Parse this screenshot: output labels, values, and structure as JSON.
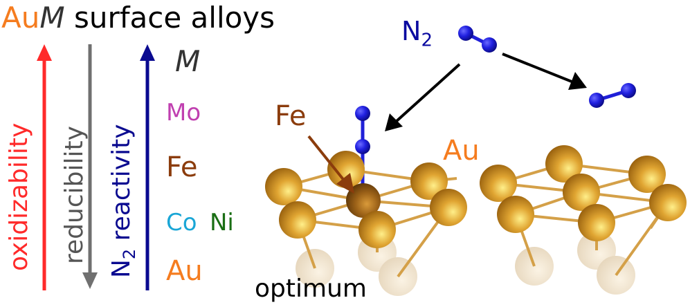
{
  "title": {
    "prefix": "Au",
    "metal": "M",
    "suffix": " surface alloys"
  },
  "axes": {
    "oxidizability": "oxidizability",
    "reducibility": "reducibility",
    "reactivity_prefix": "N",
    "reactivity_sub": "2",
    "reactivity_suffix": " reactivity",
    "metal_header": "M"
  },
  "metals": {
    "mo": "Mo",
    "fe": "Fe",
    "co": "Co",
    "ni": "Ni",
    "au": "Au"
  },
  "molecule": {
    "prefix": "N",
    "sub": "2"
  },
  "structure_labels": {
    "fe_site": "Fe",
    "au_surface": "Au",
    "optimum": "optimum"
  },
  "colors": {
    "au_orange": "#f57c1f",
    "mo_magenta": "#c040b0",
    "fe_brown": "#8b3c0c",
    "co_cyan": "#1aa6d6",
    "ni_green": "#1a6e14",
    "n_blue": "#0a0aa0",
    "arrow_red": "#ff2a2a",
    "arrow_gray": "#707070",
    "arrow_navy": "#0a0a90",
    "gold": "#d89a28"
  }
}
